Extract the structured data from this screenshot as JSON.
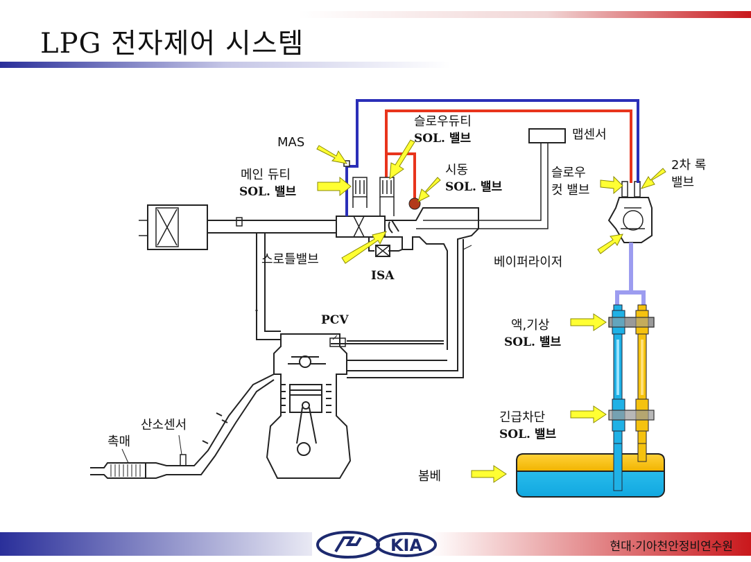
{
  "title": "LPG 전자제어 시스템",
  "labels": {
    "mas": "MAS",
    "main_duty_1": "메인 듀티",
    "main_duty_2": "SOL. 밸브",
    "slow_duty_1": "슬로우듀티",
    "slow_duty_2": "SOL. 밸브",
    "start_1": "시동",
    "start_2": "SOL. 밸브",
    "map_sensor": "맵센서",
    "slow_cut_1": "슬로우",
    "slow_cut_2": "컷 밸브",
    "lock2_1": "2차 록",
    "lock2_2": "밸브",
    "throttle": "스로틀밸브",
    "isa": "ISA",
    "vaporizer": "베이퍼라이저",
    "pcv": "PCV",
    "liq_gas_1": "액,기상",
    "liq_gas_2": "SOL. 밸브",
    "emergency_1": "긴급차단",
    "emergency_2": "SOL. 밸브",
    "o2_sensor": "산소센서",
    "catalyst": "촉매",
    "tank": "봄베"
  },
  "footer": {
    "logo": "KIA",
    "org": "현대·기아천안정비연수원"
  },
  "colors": {
    "blue_line": "#2b2fb8",
    "red_line": "#e8341c",
    "light_blue_line": "#9c9cf0",
    "cyan_pipe": "#1fb1e6",
    "yellow_pipe": "#f5c20f",
    "arrow_fill": "#ffff33",
    "header_gradient_left": "#2a2f9a",
    "header_gradient_right": "#c9181c"
  }
}
